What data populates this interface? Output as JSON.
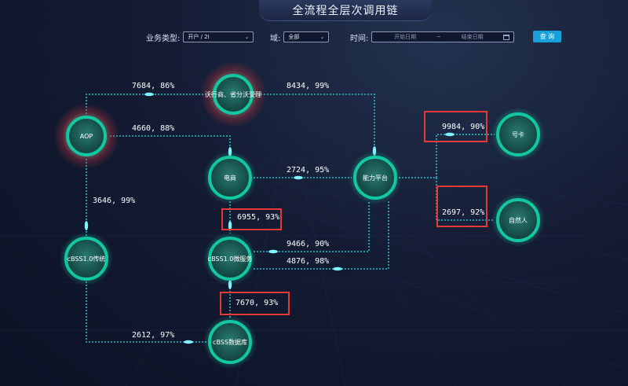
{
  "page_title": "全流程全层次调用链",
  "filters": {
    "biz_type_label": "业务类型:",
    "biz_type_value": "开户 / 2I",
    "domain_label": "域:",
    "domain_value": "全部",
    "time_label": "时间:",
    "start_placeholder": "开始日期",
    "range_separator": "~",
    "end_placeholder": "结束日期",
    "query_button": "查 询"
  },
  "colors": {
    "node_fill": "#1c5f5c",
    "node_ring": "#13c7a0",
    "alert_halo": "#b0303c",
    "edge": "#33d8e6",
    "highlight_box": "#e23a35"
  },
  "nodes": [
    {
      "id": "wo",
      "label": "沃行商、省分沃受理",
      "alert": true
    },
    {
      "id": "aop",
      "label": "AOP",
      "alert": true
    },
    {
      "id": "ds",
      "label": "电商",
      "alert": false
    },
    {
      "id": "nl",
      "label": "能力平台",
      "alert": false
    },
    {
      "id": "hk",
      "label": "号卡",
      "alert": false
    },
    {
      "id": "zr",
      "label": "自然人",
      "alert": false
    },
    {
      "id": "ct",
      "label": "cBSS1.0传统",
      "alert": false
    },
    {
      "id": "wf",
      "label": "cBSS1.0微服务",
      "alert": false
    },
    {
      "id": "db",
      "label": "cBSS数据库",
      "alert": false
    }
  ],
  "edges": [
    {
      "id": "e1",
      "label": "7684, 86%",
      "highlight": false
    },
    {
      "id": "e2",
      "label": "8434, 99%",
      "highlight": false
    },
    {
      "id": "e3",
      "label": "4660, 88%",
      "highlight": false
    },
    {
      "id": "e4",
      "label": "2724, 95%",
      "highlight": false
    },
    {
      "id": "e5",
      "label": "9984, 90%",
      "highlight": true
    },
    {
      "id": "e6",
      "label": "2697, 92%",
      "highlight": true
    },
    {
      "id": "e7",
      "label": "3646, 99%",
      "highlight": false
    },
    {
      "id": "e8",
      "label": "6955, 93%",
      "highlight": true
    },
    {
      "id": "e9",
      "label": "9466, 90%",
      "highlight": false
    },
    {
      "id": "e10",
      "label": "4876, 98%",
      "highlight": false
    },
    {
      "id": "e11",
      "label": "7670, 93%",
      "highlight": true
    },
    {
      "id": "e12",
      "label": "2612, 97%",
      "highlight": false
    }
  ]
}
